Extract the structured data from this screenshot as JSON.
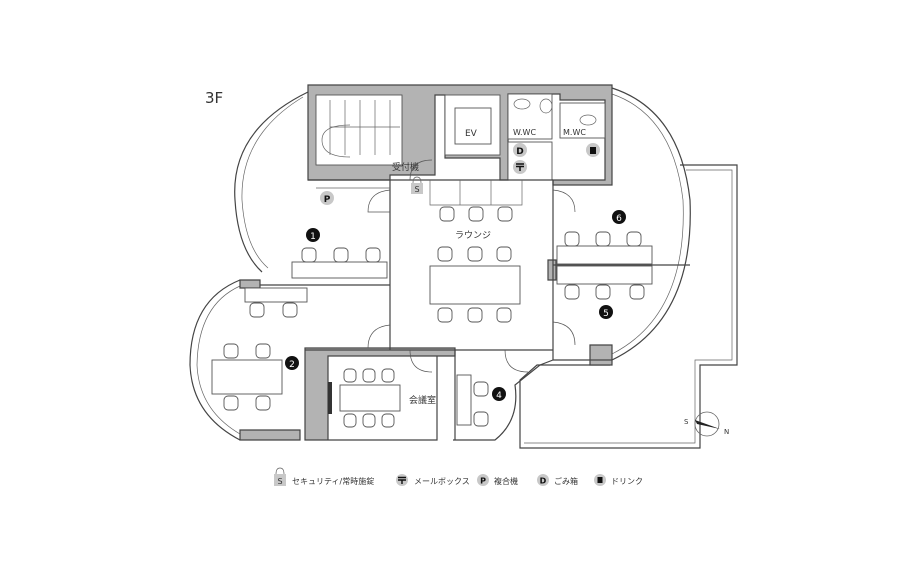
{
  "floor_label": "3F",
  "rooms": {
    "ev": "EV",
    "women_wc": "W.WC",
    "men_wc": "M.WC",
    "reception": "受付機",
    "lounge": "ラウンジ",
    "meeting_room": "会議室"
  },
  "room_numbers": [
    "1",
    "2",
    "4",
    "5",
    "6"
  ],
  "markers": {
    "security": "S",
    "printer": "P",
    "trash": "D"
  },
  "compass": {
    "south": "S",
    "north": "N"
  },
  "legend": [
    {
      "icon": "security-lock-icon",
      "symbol": "S",
      "label": "セキュリティ/常時施錠"
    },
    {
      "icon": "mailbox-icon",
      "symbol": "〒",
      "label": "メールボックス"
    },
    {
      "icon": "printer-icon",
      "symbol": "P",
      "label": "複合機"
    },
    {
      "icon": "trash-icon",
      "symbol": "D",
      "label": "ごみ箱"
    },
    {
      "icon": "drink-icon",
      "symbol": "",
      "label": "ドリンク"
    }
  ],
  "colors": {
    "wall": "#b3b3b3",
    "marker": "#c8c8c8",
    "number": "#111111"
  }
}
